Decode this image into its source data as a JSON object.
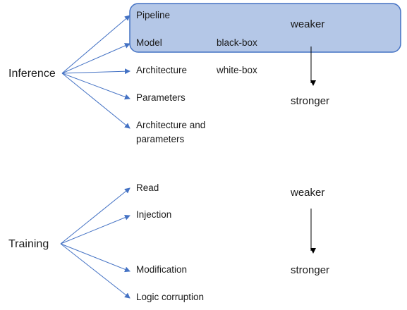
{
  "inference": {
    "root_label": "Inference",
    "items": [
      {
        "label": "Pipeline"
      },
      {
        "label": "Model"
      },
      {
        "label": "Architecture"
      },
      {
        "label": "Parameters"
      },
      {
        "label": "Architecture and parameters"
      }
    ],
    "box_tag": "black-box",
    "open_tag": "white-box",
    "scale": {
      "top": "weaker",
      "bottom": "stronger"
    }
  },
  "training": {
    "root_label": "Training",
    "items": [
      {
        "label": "Read"
      },
      {
        "label": "Injection"
      },
      {
        "label": "Modification"
      },
      {
        "label": "Logic corruption"
      }
    ],
    "scale": {
      "top": "weaker",
      "bottom": "stronger"
    }
  },
  "colors": {
    "edge": "#4472C4",
    "highlight_fill": "#B4C7E7",
    "highlight_stroke": "#4472C4",
    "scale_arrow": "#000000"
  }
}
